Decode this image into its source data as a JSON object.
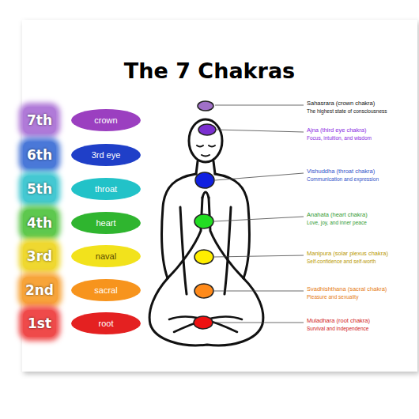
{
  "diagram": {
    "title": "The 7 Chakras",
    "nodes": [
      {
        "text": [
          "7th"
        ]
      },
      {
        "text": [
          "crown"
        ]
      },
      {
        "text": [
          "6th"
        ]
      },
      {
        "text": [
          "3rd eye"
        ]
      },
      {
        "text": [
          "5th"
        ]
      },
      {
        "text": [
          "throat"
        ]
      },
      {
        "text": [
          "4th"
        ]
      },
      {
        "text": [
          "heart"
        ]
      },
      {
        "text": [
          "3rd"
        ]
      },
      {
        "text": [
          "naval"
        ]
      },
      {
        "text": [
          "2nd"
        ]
      },
      {
        "text": [
          "sacral"
        ]
      },
      {
        "text": [
          "1st"
        ]
      },
      {
        "text": [
          "root"
        ]
      }
    ],
    "labels": [
      "Sahasrara (crown chakra)",
      "The highest state of consciousness",
      "Ajna (third eye chakra)",
      "Focus, intuition, and wisdom",
      "Vishuddha (throat chakra)",
      "Communication and expression",
      "Anahata (heart chakra)",
      "Love, joy, and inner peace",
      "Manipura (solar plexus chakra)",
      "Self-confidence and self-worth",
      "Svadhishthana (sacral chakra)",
      "Pleasure and sexuality",
      "Muladhara (root chakra)",
      "Survival and independence"
    ]
  }
}
